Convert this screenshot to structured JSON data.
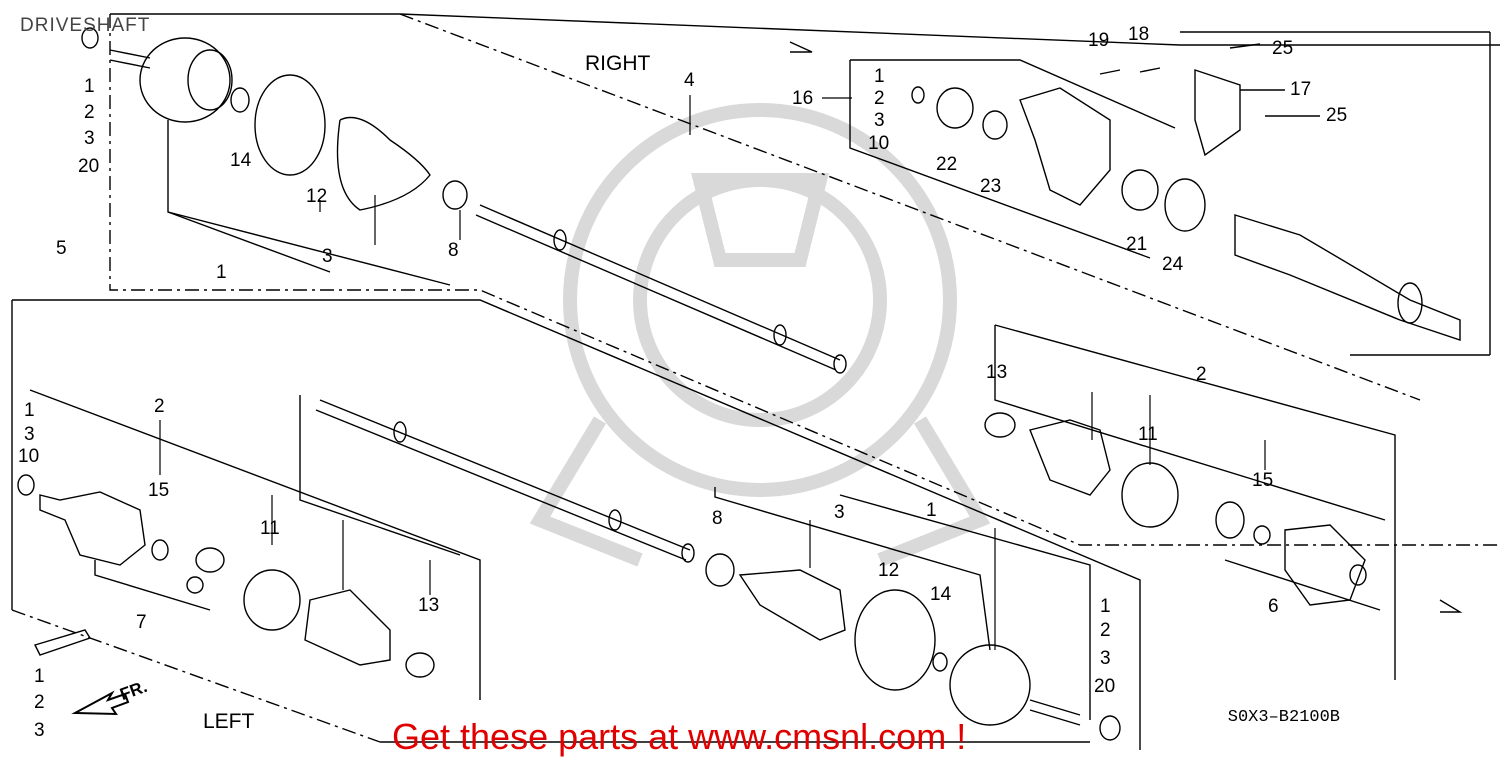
{
  "title": "DRIVESHAFT",
  "sections": {
    "right": "RIGHT",
    "left": "LEFT"
  },
  "front_marker": "FR.",
  "drawing_number": "S0X3–B2100B",
  "banner": "Get these parts at www.cmsnl.com !",
  "colors": {
    "line": "#000000",
    "watermark": "#d9d9d9",
    "banner": "#e00000"
  },
  "labels": {
    "r1": "1",
    "r2": "2",
    "r3": "3",
    "r20": "20",
    "r14": "14",
    "r12": "12",
    "r3b": "3",
    "r1b": "1",
    "r8": "8",
    "r4": "4",
    "r16": "16",
    "r16_1": "1",
    "r16_2": "2",
    "r16_3": "3",
    "r16_10": "10",
    "r19": "19",
    "r18": "18",
    "r25a": "25",
    "r17": "17",
    "r25b": "25",
    "r22": "22",
    "r23": "23",
    "r21": "21",
    "r24": "24",
    "r13": "13",
    "r2b": "2",
    "r11": "11",
    "r15": "15",
    "r6": "6",
    "l5": "5",
    "l1": "1",
    "l3": "3",
    "l10": "10",
    "l2": "2",
    "l15": "15",
    "l7": "7",
    "l11": "11",
    "l13": "13",
    "l8": "8",
    "l3b": "3",
    "l1b": "1",
    "l12": "12",
    "l14": "14",
    "l1c": "1",
    "l2c": "2",
    "l3c": "3",
    "l20": "20",
    "g1": "1",
    "g2": "2",
    "g3": "3"
  }
}
